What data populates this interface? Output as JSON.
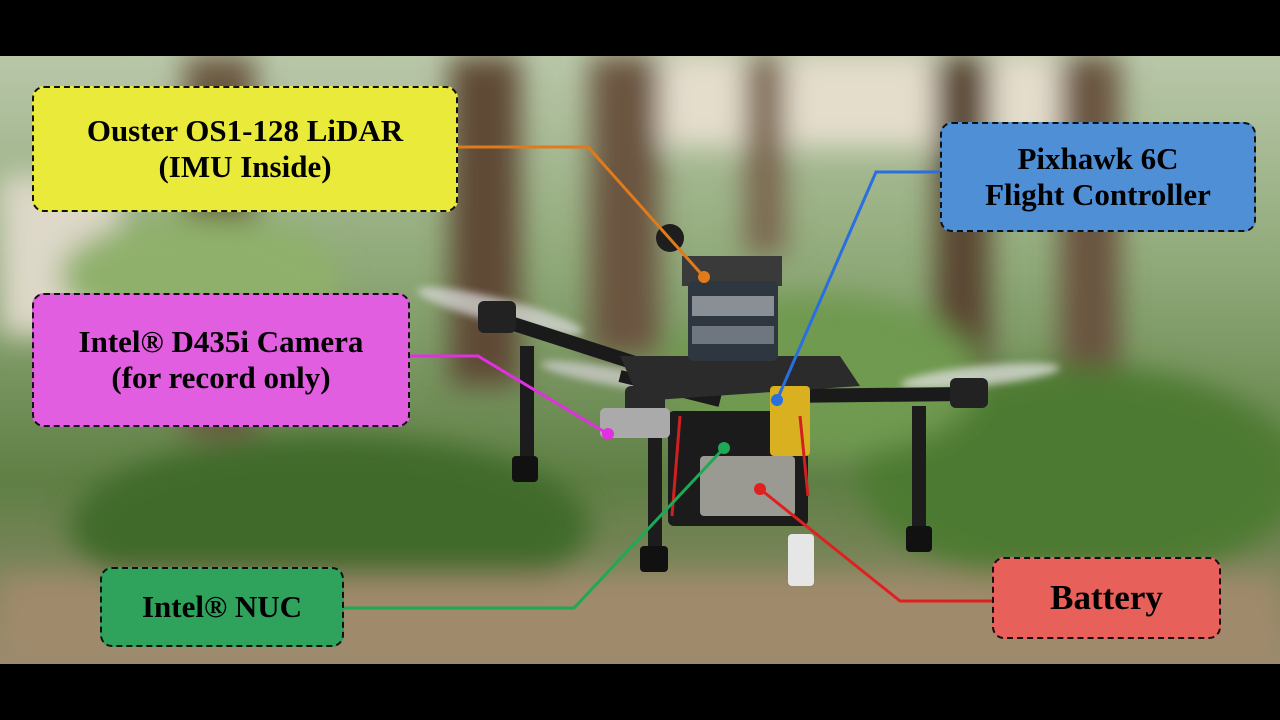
{
  "labels": {
    "lidar": {
      "line1": "Ouster OS1-128 LiDAR",
      "line2": "(IMU Inside)",
      "color": "#e07a1a"
    },
    "pixhawk": {
      "line1": "Pixhawk 6C",
      "line2": "Flight Controller",
      "color": "#2a6fe0"
    },
    "camera": {
      "line1": "Intel® D435i Camera",
      "line2": "(for record only)",
      "color": "#e030e0"
    },
    "nuc": {
      "line1": "Intel® NUC",
      "color": "#1fa855"
    },
    "battery": {
      "line1": "Battery",
      "color": "#e02020"
    }
  }
}
